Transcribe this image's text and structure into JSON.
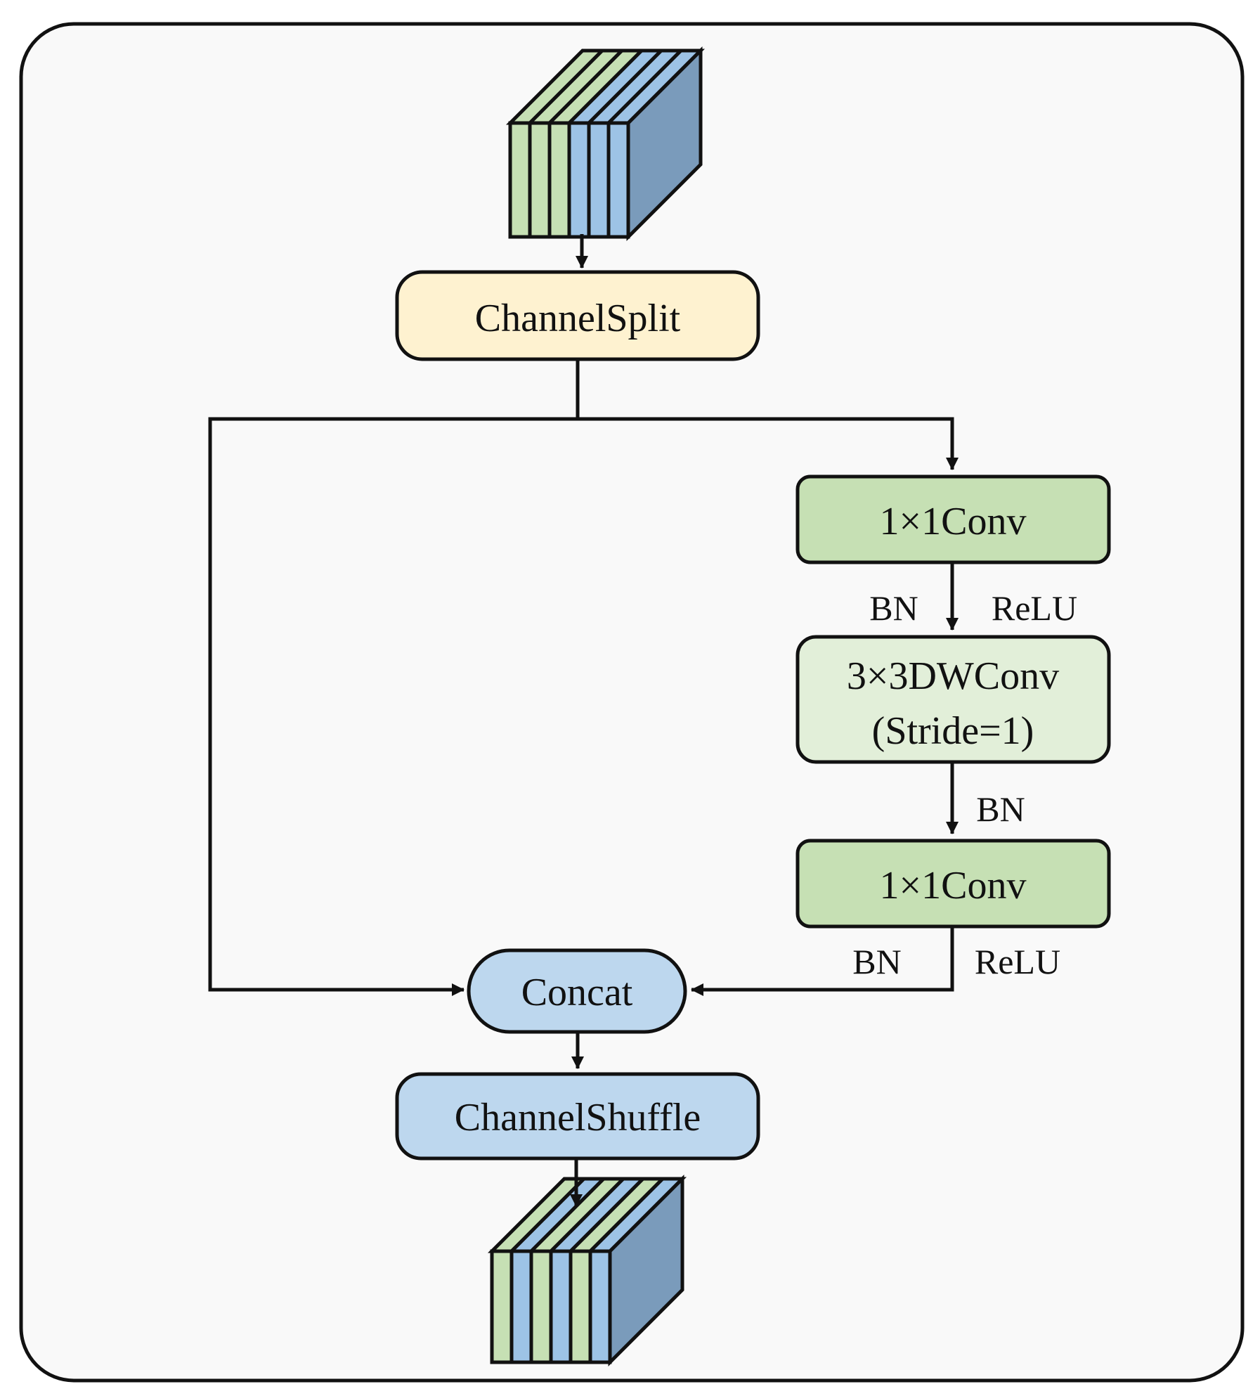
{
  "nodes": {
    "channel_split": {
      "label": "ChannelSplit"
    },
    "conv1x1_first": {
      "label": "1×1Conv"
    },
    "dwconv": {
      "label_line1": "3×3DWConv",
      "label_line2": "(Stride=1)"
    },
    "conv1x1_second": {
      "label": "1×1Conv"
    },
    "concat": {
      "label": "Concat"
    },
    "channel_shuffle": {
      "label": "ChannelShuffle"
    }
  },
  "edge_labels": {
    "conv1_to_dw_left": "BN",
    "conv1_to_dw_right": "ReLU",
    "dw_to_conv2": "BN",
    "conv2_to_concat_left": "BN",
    "conv2_to_concat_right": "ReLU"
  },
  "colors": {
    "frame_fill": "#f9f9f9",
    "channel_split_fill": "#fef2d0",
    "conv_fill": "#c6e0b4",
    "dwconv_fill": "#e2efd9",
    "concat_fill": "#bdd7ee",
    "tensor_green": "#c6e0b4",
    "tensor_blue": "#9dc3e6",
    "tensor_side": "#7a9bbb"
  },
  "input_tensor": {
    "stripe_colors": [
      "tensor_green",
      "tensor_green",
      "tensor_green",
      "tensor_blue",
      "tensor_blue",
      "tensor_blue"
    ]
  },
  "output_tensor": {
    "stripe_colors": [
      "tensor_green",
      "tensor_blue",
      "tensor_green",
      "tensor_blue",
      "tensor_green",
      "tensor_blue"
    ]
  }
}
